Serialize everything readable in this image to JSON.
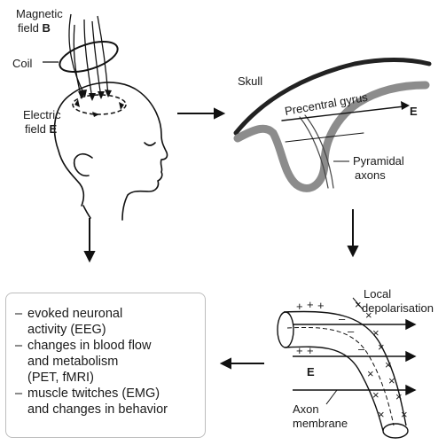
{
  "labels": {
    "magnetic": "Magnetic",
    "field_b_prefix": "field ",
    "field_b_symbol": "B",
    "coil": "Coil",
    "electric": "Electric",
    "field_e_prefix": "field ",
    "field_e_symbol": "E",
    "skull": "Skull",
    "precentral": "Precentral gyrus",
    "e_symbol": "E",
    "pyramidal": "Pyramidal",
    "axons": "axons",
    "local": "Local",
    "depolarisation": "depolarisation",
    "e_axon": "E",
    "axon": "Axon",
    "membrane": "membrane"
  },
  "effects": [
    {
      "dash": "–",
      "line1": "evoked neuronal",
      "line2": "activity (EEG)"
    },
    {
      "dash": "–",
      "line1": "changes in blood flow",
      "line2": "and metabolism",
      "line3": "(PET, fMRI)"
    },
    {
      "dash": "–",
      "line1": "muscle twitches (EMG)",
      "line2": "and changes in behavior"
    }
  ]
}
